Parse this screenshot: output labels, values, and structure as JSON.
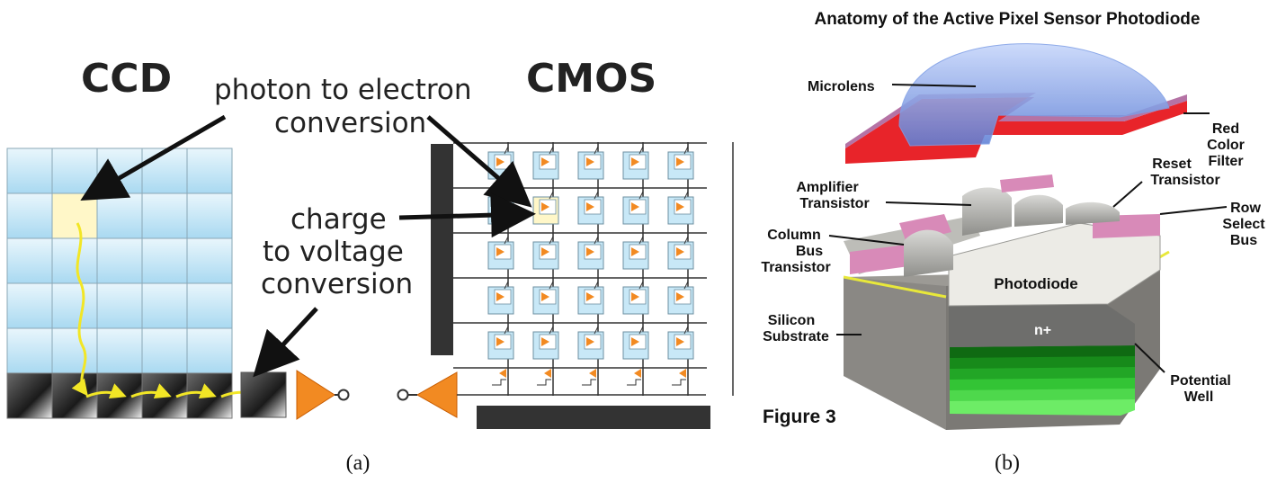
{
  "panel_a": {
    "ccd_title": "CCD",
    "cmos_title": "CMOS",
    "photon_label_line1": "photon to electron",
    "photon_label_line2": "conversion",
    "charge_label_line1": "charge",
    "charge_label_line2": "to voltage",
    "charge_label_line3": "conversion",
    "caption": "(a)",
    "colors": {
      "pixel_cell": "#bfe4f5",
      "highlight_cell": "#fff7c8",
      "arrow": "#f2e626",
      "amplifier": "#f28a22",
      "bus": "#333333"
    }
  },
  "panel_b": {
    "title": "Anatomy of the Active Pixel Sensor Photodiode",
    "labels": {
      "microlens": "Microlens",
      "red_color_filter_1": "Red",
      "red_color_filter_2": "Color",
      "red_color_filter_3": "Filter",
      "reset_transistor_1": "Reset",
      "reset_transistor_2": "Transistor",
      "amplifier_transistor_1": "Amplifier",
      "amplifier_transistor_2": "Transistor",
      "row_select_bus_1": "Row",
      "row_select_bus_2": "Select",
      "row_select_bus_3": "Bus",
      "column_bus_transistor_1": "Column",
      "column_bus_transistor_2": "Bus",
      "column_bus_transistor_3": "Transistor",
      "photodiode": "Photodiode",
      "n_plus": "n+",
      "silicon_substrate_1": "Silicon",
      "silicon_substrate_2": "Substrate",
      "potential_well_1": "Potential",
      "potential_well_2": "Well"
    },
    "figure_label": "Figure 3",
    "caption": "(b)",
    "colors": {
      "microlens": "#6f95e8",
      "filter": "#e8242a",
      "substrate": "#8c8a86",
      "potential_well": "#3fdc3a",
      "gate_pink": "#d88ab8"
    }
  }
}
